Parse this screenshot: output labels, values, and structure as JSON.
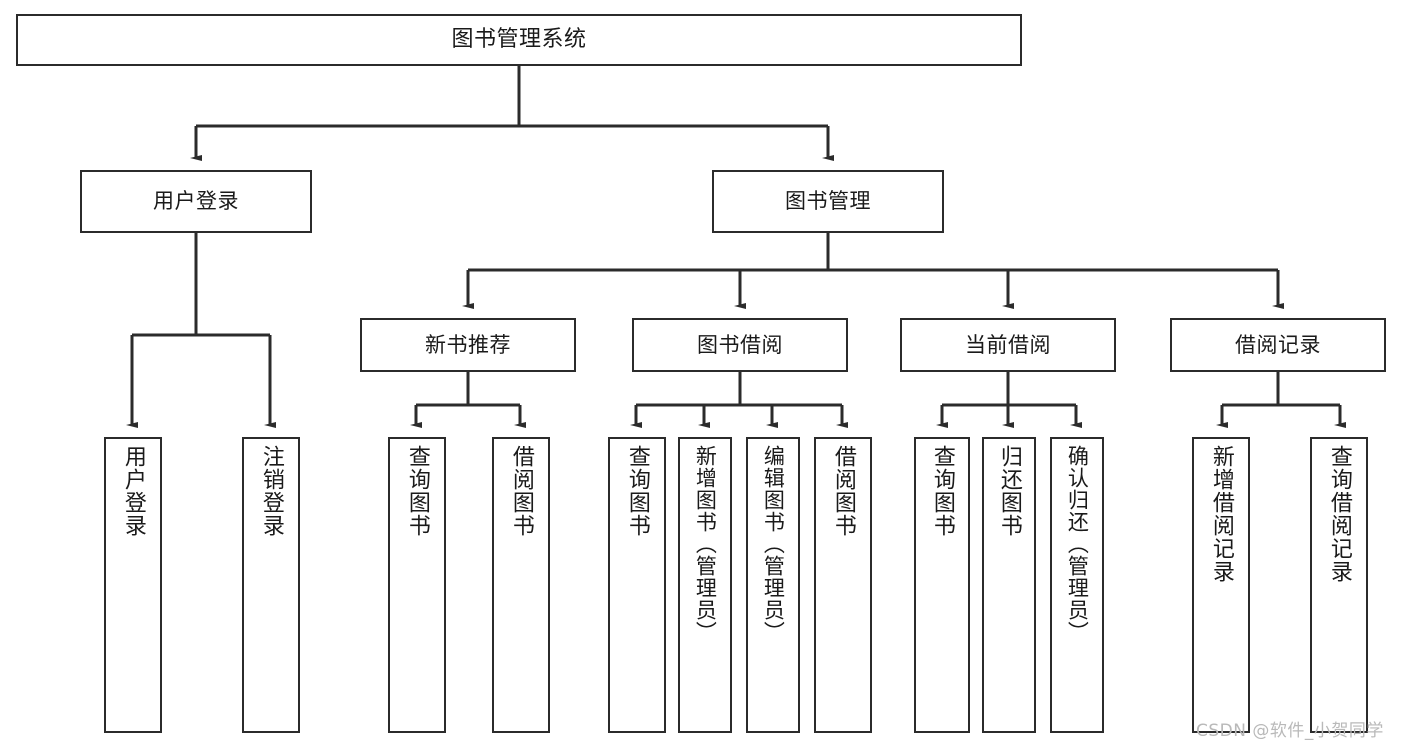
{
  "diagram": {
    "title": "图书管理系统",
    "type": "functional-structure-tree",
    "root": {
      "label": "图书管理系统"
    },
    "level1": [
      {
        "label": "用户登录"
      },
      {
        "label": "图书管理"
      }
    ],
    "level2": [
      {
        "label": "新书推荐"
      },
      {
        "label": "图书借阅"
      },
      {
        "label": "当前借阅"
      },
      {
        "label": "借阅记录"
      }
    ],
    "leaves": {
      "user_login": [
        {
          "label": "用户登录"
        },
        {
          "label": "注销登录"
        }
      ],
      "new_book_recommend": [
        {
          "label": "查询图书"
        },
        {
          "label": "借阅图书"
        }
      ],
      "book_borrow": [
        {
          "label": "查询图书"
        },
        {
          "label": "新增图书（管理员）"
        },
        {
          "label": "编辑图书（管理员）"
        },
        {
          "label": "借阅图书"
        }
      ],
      "current_borrow": [
        {
          "label": "查询图书"
        },
        {
          "label": "归还图书"
        },
        {
          "label": "确认归还（管理员）"
        }
      ],
      "borrow_record": [
        {
          "label": "新增借阅记录"
        },
        {
          "label": "查询借阅记录"
        }
      ]
    }
  },
  "watermark": {
    "text": "CSDN @软件_小贺同学"
  },
  "colors": {
    "stroke": "#2b2b2b",
    "fill": "#ffffff",
    "text": "#1a1a1a",
    "watermark": "#b9b9b9"
  }
}
